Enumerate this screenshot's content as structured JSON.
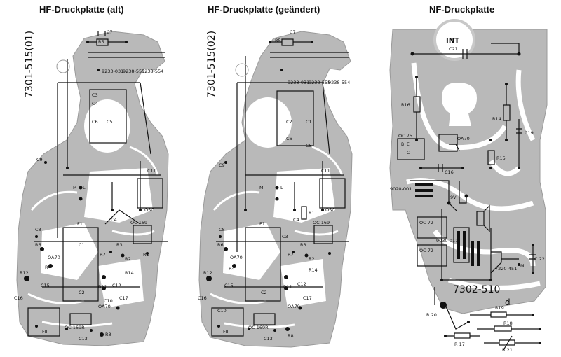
{
  "titles": {
    "left": "HF-Druckplatte (alt)",
    "middle": "HF-Druckplatte (geändert)",
    "right": "NF-Druckplatte"
  },
  "colors": {
    "copper": "#b9b9b9",
    "trace": "#7f7f7f",
    "ink": "#111111",
    "paper": "#ffffff"
  },
  "boards": {
    "hf_old": {
      "part_number": "7301-515(01)",
      "labels": [
        "C7",
        "R5",
        "9233-031",
        "9238-555",
        "9238-554",
        "C3",
        "C4",
        "C6",
        "C5",
        "C9",
        "C11",
        "M",
        "L",
        "OSC",
        "C8",
        "F1",
        "C4",
        "OC 169",
        "R6",
        "OA70",
        "C1",
        "R3",
        "R7",
        "R1",
        "R4",
        "R2",
        "R12",
        "R14",
        "C15",
        "C12",
        "R11",
        "C16",
        "C2",
        "C17",
        "OA70",
        "C10",
        "FII",
        "OC 169R",
        "C13",
        "R8"
      ]
    },
    "hf_new": {
      "part_number": "7301-515(02)",
      "labels": [
        "C7",
        "R5",
        "9233-031",
        "9238-555",
        "9238-554",
        "C2",
        "C1",
        "C6",
        "C5",
        "C9",
        "C11",
        "M",
        "L",
        "OSC",
        "R1",
        "C8",
        "F1",
        "C4",
        "OC 169",
        "R6",
        "C3",
        "OA70",
        "R3",
        "R7",
        "R4",
        "R2",
        "R12",
        "R14",
        "C15",
        "C12",
        "R11",
        "C16",
        "C2",
        "OA70",
        "C17",
        "C10",
        "FII",
        "OC 169R",
        "C13",
        "R8"
      ]
    },
    "nf": {
      "part_number": "7302-510",
      "logo": "INT",
      "labels": [
        "C21",
        "R16",
        "R14",
        "C19",
        "OC 75",
        "OA70",
        "R15",
        "C16",
        "9020-001",
        "9V",
        "OC 72",
        "9030-011",
        "OC 72",
        "7220-451",
        "M",
        "C 22",
        "R19",
        "R 20",
        "R18",
        "R 17",
        "R 21"
      ],
      "pin_letters": [
        "B",
        "E",
        "C"
      ],
      "mark": "d"
    }
  }
}
